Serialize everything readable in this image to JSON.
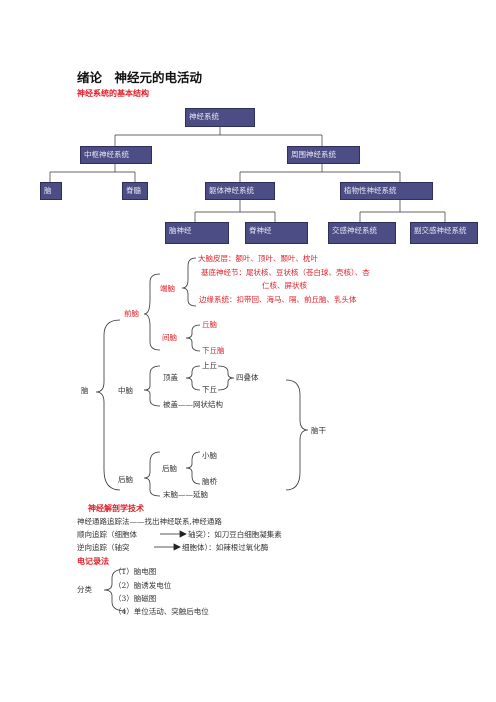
{
  "page_title": "绪论　神经元的电活动",
  "section1_heading": "神经系统的基本结构",
  "tree": {
    "root": "神经系统",
    "cns": "中枢神经系统",
    "pns": "周围神经系统",
    "brain": "脑",
    "spinal_cord": "脊髓",
    "somatic": "躯体神经系统",
    "autonomic": "植物性神经系统",
    "cranial": "脑神经",
    "spinal_nerves": "脊神经",
    "sympathetic": "交感神经系统",
    "parasympathetic": "副交感神经系统"
  },
  "brain_parts": {
    "brain": "脑",
    "forebrain": "前脑",
    "telencephalon": "端脑",
    "cortex": "大脑皮层：额叶、顶叶、颞叶、枕叶",
    "basal_ganglia_1": "基底神经节：尾状核、豆状核（苍白球、壳核）、杏",
    "basal_ganglia_2": "仁核、屏状核",
    "limbic": "边缘系统：扣带回、海马、隔、前丘脑、乳头体",
    "diencephalon": "间脑",
    "thalamus": "丘脑",
    "hypothalamus": "下丘脑",
    "midbrain": "中脑",
    "tectum": "顶盖",
    "superior_colliculus": "上丘",
    "inferior_colliculus": "下丘",
    "quadrigemina": "四叠体",
    "tegmentum": "被盖——网状结构",
    "brainstem": "脑干",
    "hindbrain": "后脑",
    "metencephalon": "后脑",
    "cerebellum": "小脑",
    "pons": "脑桥",
    "myelencephalon": "末脑——延脑"
  },
  "section2_heading": "神经解剖学技术",
  "techniques": [
    "神经通路追踪法——找出神经联系,神经通路",
    "顺向追踪（细胞体",
    "轴突）：如刀豆白细胞凝集素",
    "逆向追踪（轴突",
    "细胞体）：如辣根过氧化酶"
  ],
  "section3_heading": "电记录法",
  "classification_label": "分类",
  "methods": [
    "（1）脑电图",
    "（2）脑诱发电位",
    "（3）脑磁图",
    "（4）单位活动、突触后电位"
  ],
  "colors": {
    "red": "#e0202a",
    "box": "#4b4d84"
  }
}
